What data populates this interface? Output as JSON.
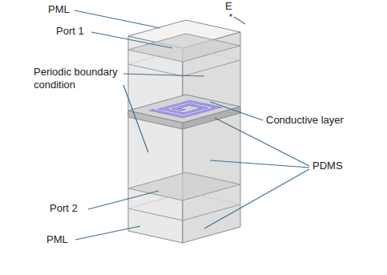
{
  "diagram": {
    "labels": [
      "PML",
      "Port 1",
      "E",
      "Periodic boundary condition",
      "Conductive layer",
      "PDMS",
      "Port 2",
      "PML"
    ]
  }
}
